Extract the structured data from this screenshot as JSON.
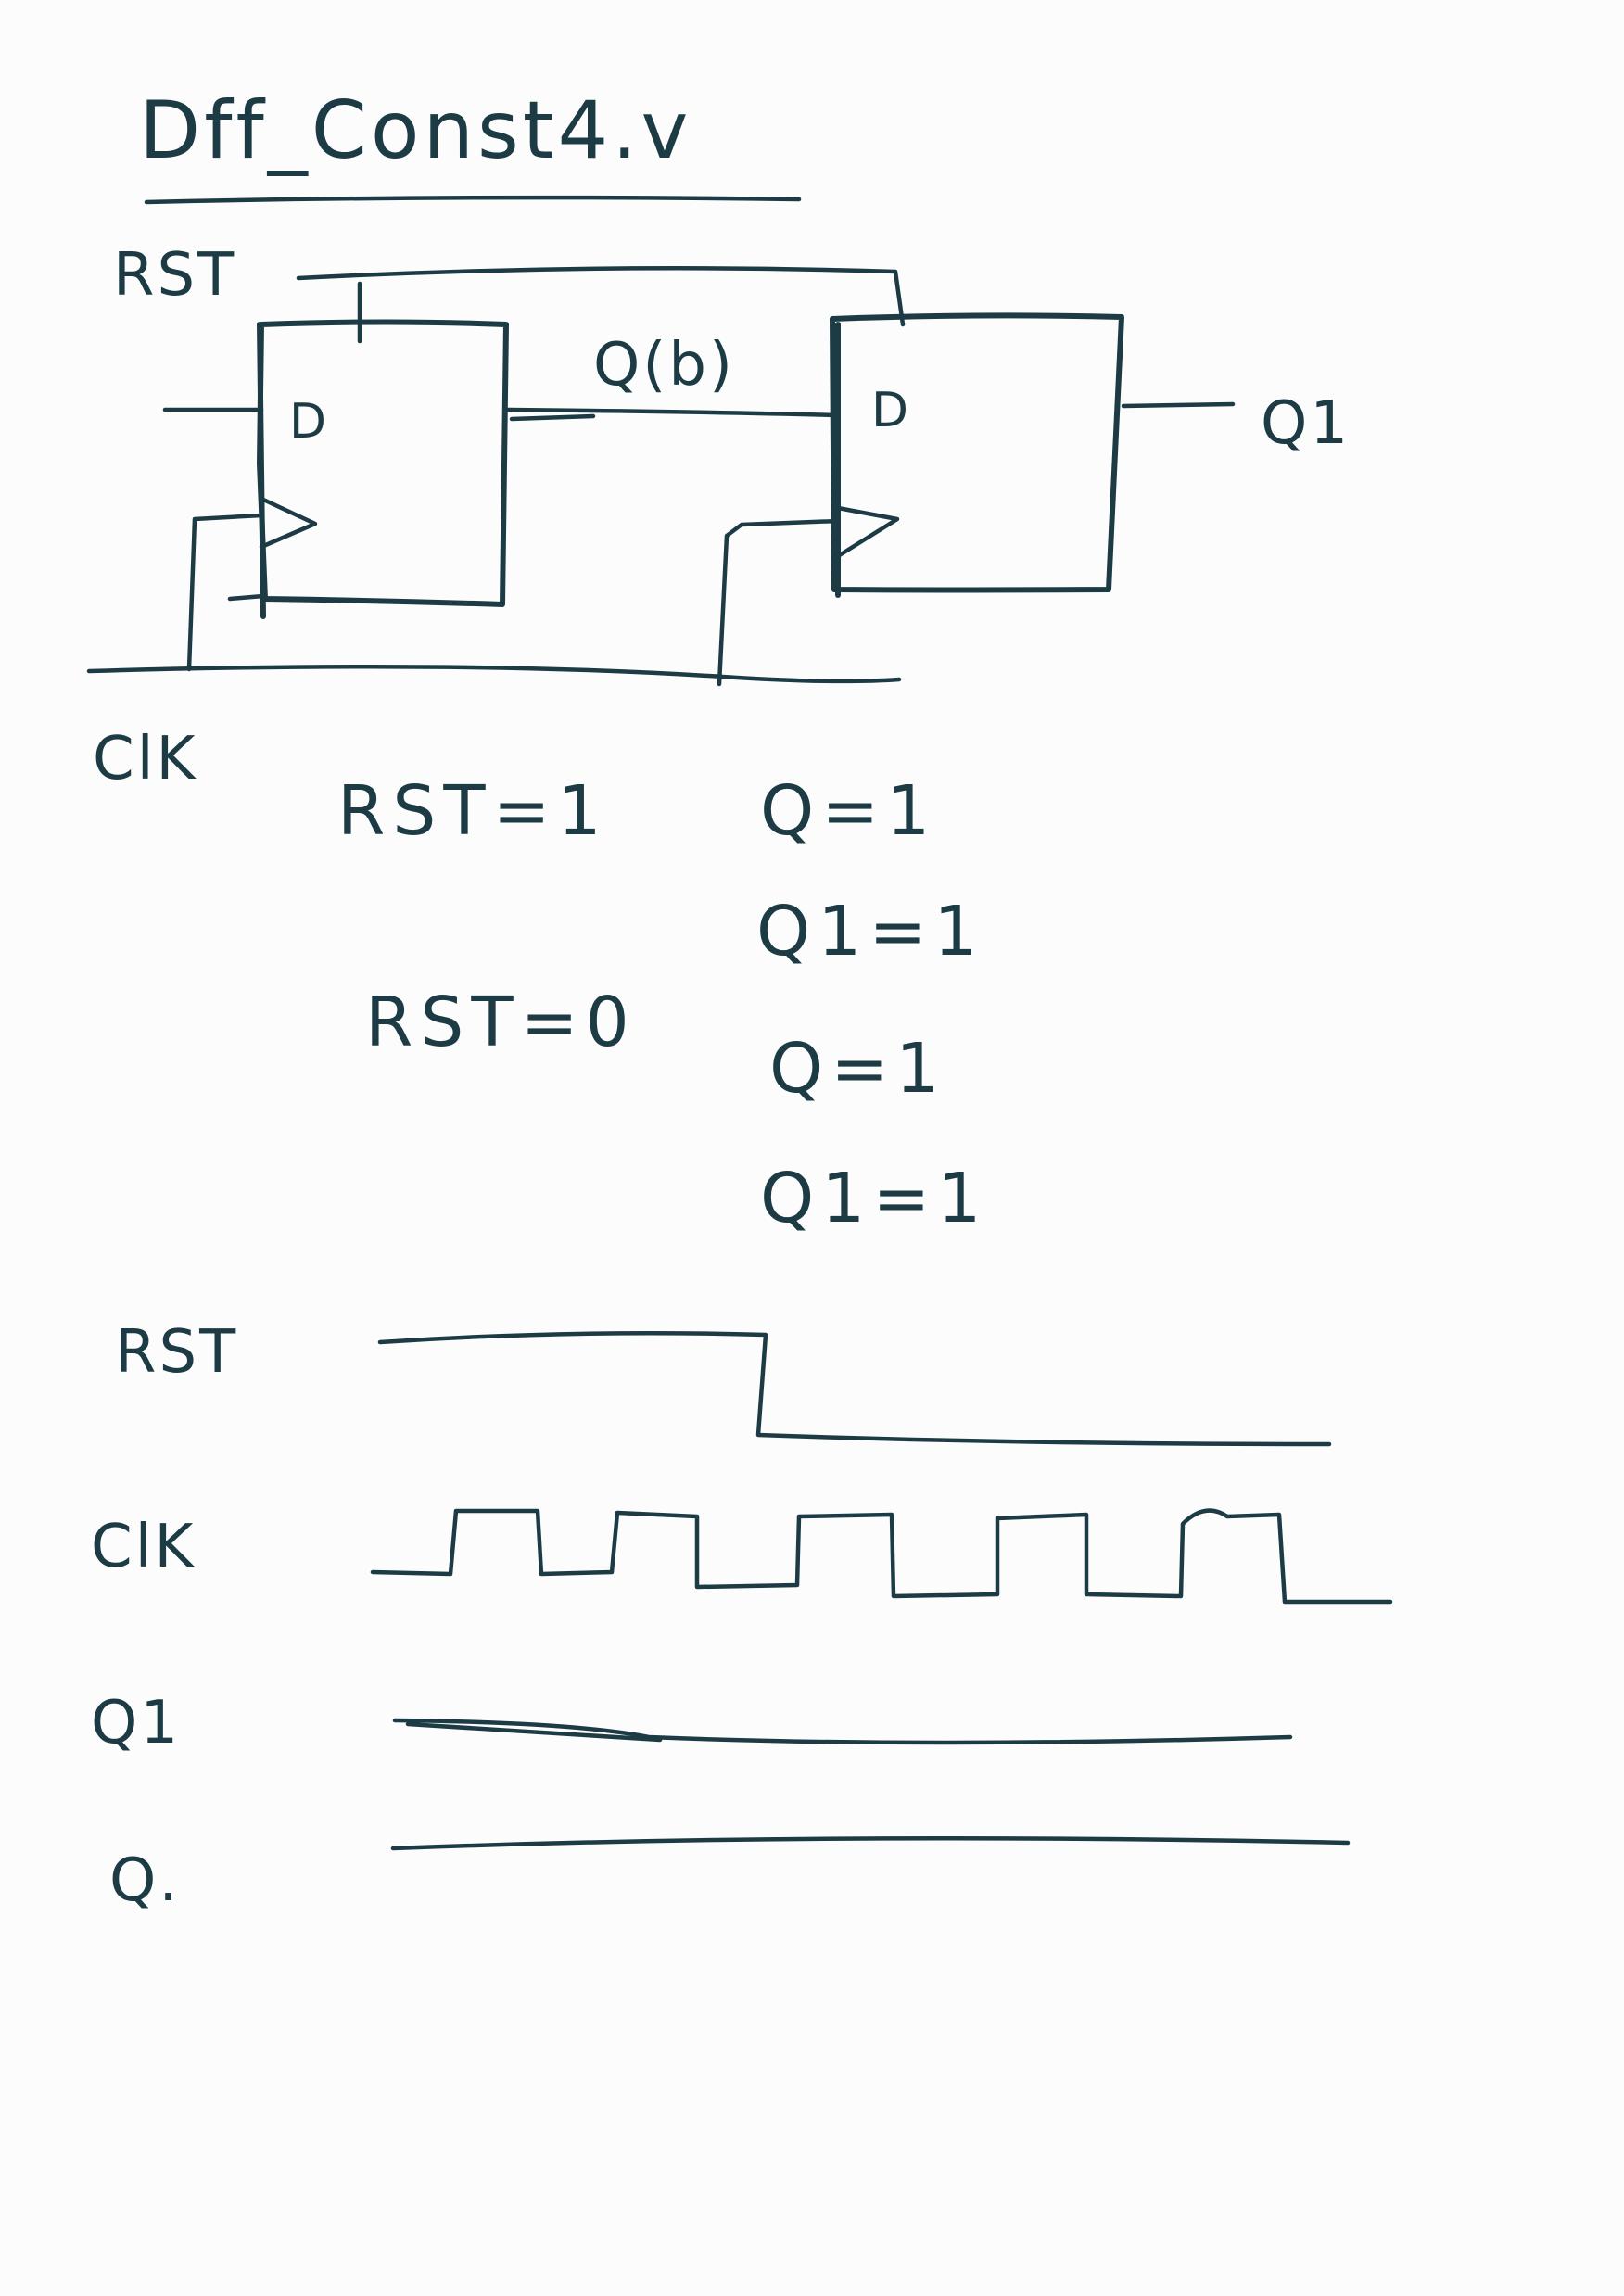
{
  "title": "Dff_Const4.v",
  "circuit": {
    "rst_label": "RST",
    "clk_label": "ClK",
    "ff1_d_label": "D",
    "ff2_d_label": "D",
    "wire_label": "Q(b)",
    "output_label": "Q1"
  },
  "notes": {
    "rst1": "RST=1",
    "rst1_q": "Q=1",
    "rst1_q1": "Q1=1",
    "rst0": "RST=0",
    "rst0_q": "Q=1",
    "rst0_q1": "Q1=1"
  },
  "timing": {
    "rst_label": "RST",
    "clk_label": "ClK",
    "q1_label": "Q1",
    "q_label": "Q."
  }
}
